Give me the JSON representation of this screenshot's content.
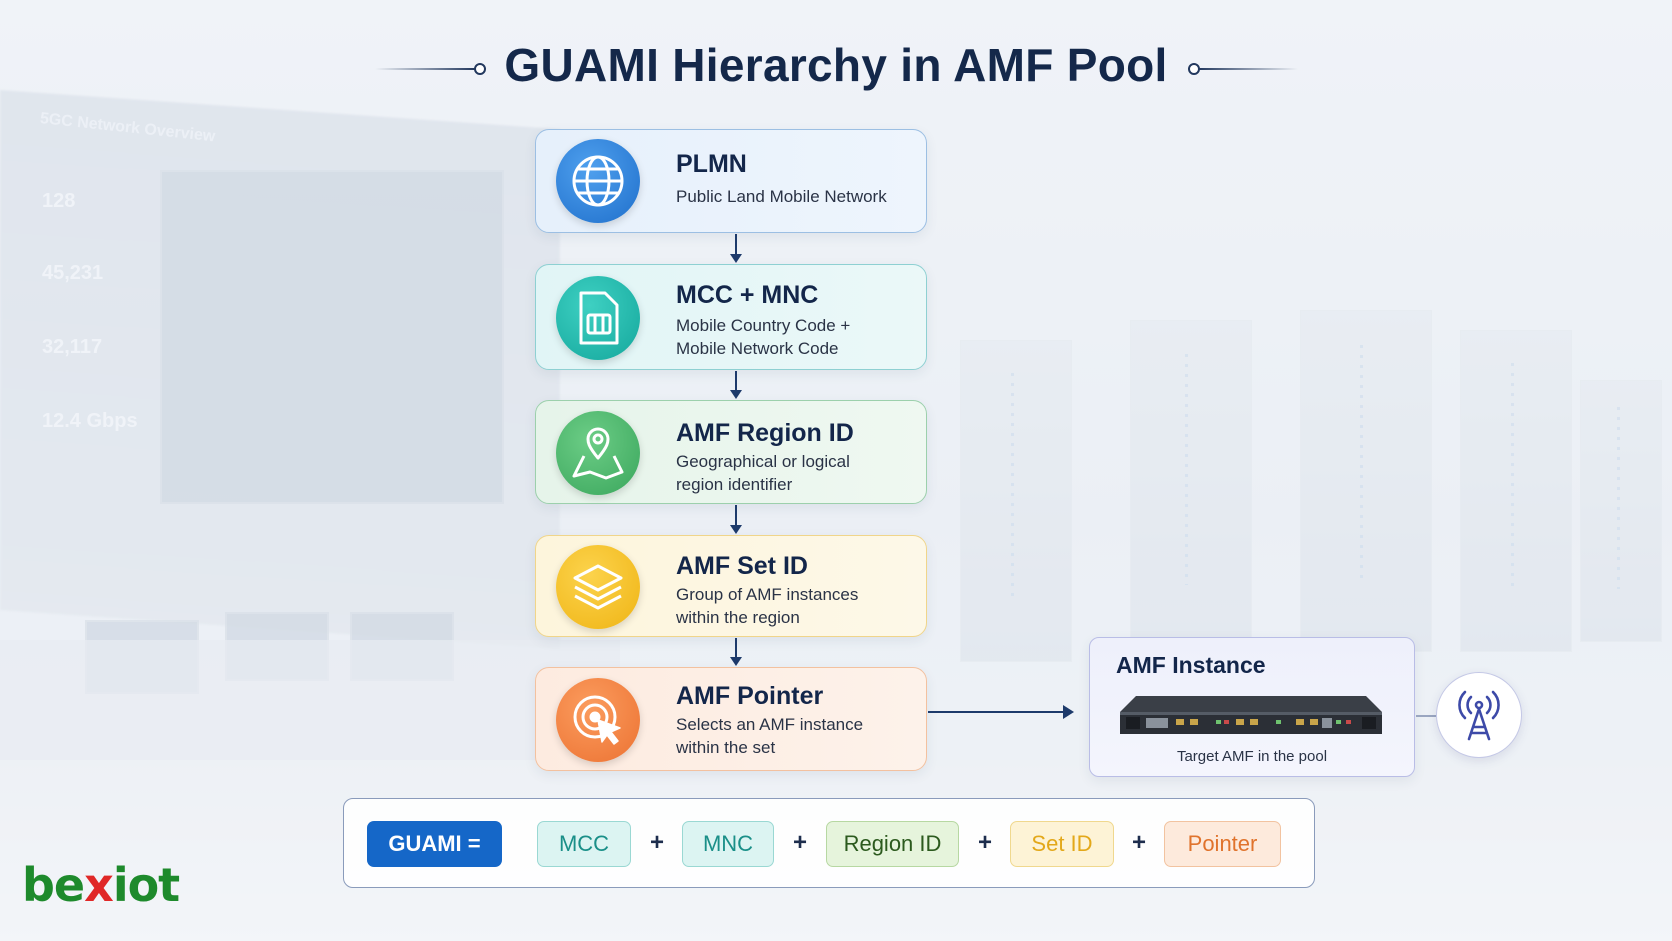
{
  "title": "GUAMI Hierarchy in AMF Pool",
  "background": {
    "dashboard_title": "5GC Network Overview",
    "dashboard_values": [
      "128",
      "45,231",
      "32,117",
      "12.4 Gbps"
    ]
  },
  "hierarchy": [
    {
      "title": "PLMN",
      "description": "Public Land Mobile Network",
      "icon": "globe-icon",
      "color": "#1f6fcb"
    },
    {
      "title": "MCC + MNC",
      "description": "Mobile Country Code + Mobile Network Code",
      "icon": "sim-card-icon",
      "color": "#14a79c"
    },
    {
      "title": "AMF Region ID",
      "description": "Geographical or logical region identifier",
      "icon": "map-pin-icon",
      "color": "#3aa65c"
    },
    {
      "title": "AMF Set ID",
      "description": "Group of AMF instances within the region",
      "icon": "layers-icon",
      "color": "#efb414"
    },
    {
      "title": "AMF Pointer",
      "description": "Selects an AMF instance within the set",
      "icon": "target-cursor-icon",
      "color": "#ec7232"
    }
  ],
  "instance": {
    "title": "AMF Instance",
    "subtitle": "Target AMF in the pool",
    "icon": "server-icon",
    "tower_icon": "antenna-tower-icon"
  },
  "formula": {
    "lhs": "GUAMI =",
    "parts": [
      "MCC",
      "MNC",
      "Region ID",
      "Set ID",
      "Pointer"
    ],
    "operator": "+"
  },
  "logo": {
    "part1": "be",
    "part2": "x",
    "part3": "iot"
  }
}
